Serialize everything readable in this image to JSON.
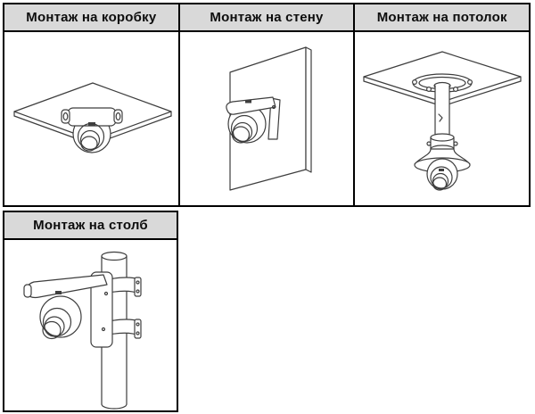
{
  "page": {
    "background": "#ffffff",
    "language": "ru"
  },
  "colors": {
    "header_bg": "#d9d9d9",
    "table_border": "#000000",
    "drawing_line": "#3e3e3e"
  },
  "mount_table": {
    "columns": [
      {
        "label": "Монтаж на коробку",
        "illustration": "camera-box-mount-drawing"
      },
      {
        "label": "Монтаж на стену",
        "illustration": "camera-wall-mount-drawing"
      },
      {
        "label": "Монтаж на потолок",
        "illustration": "camera-ceiling-pendant-mount-drawing"
      }
    ]
  },
  "pole_table": {
    "columns": [
      {
        "label": "Монтаж на столб",
        "illustration": "camera-pole-mount-drawing"
      }
    ]
  }
}
